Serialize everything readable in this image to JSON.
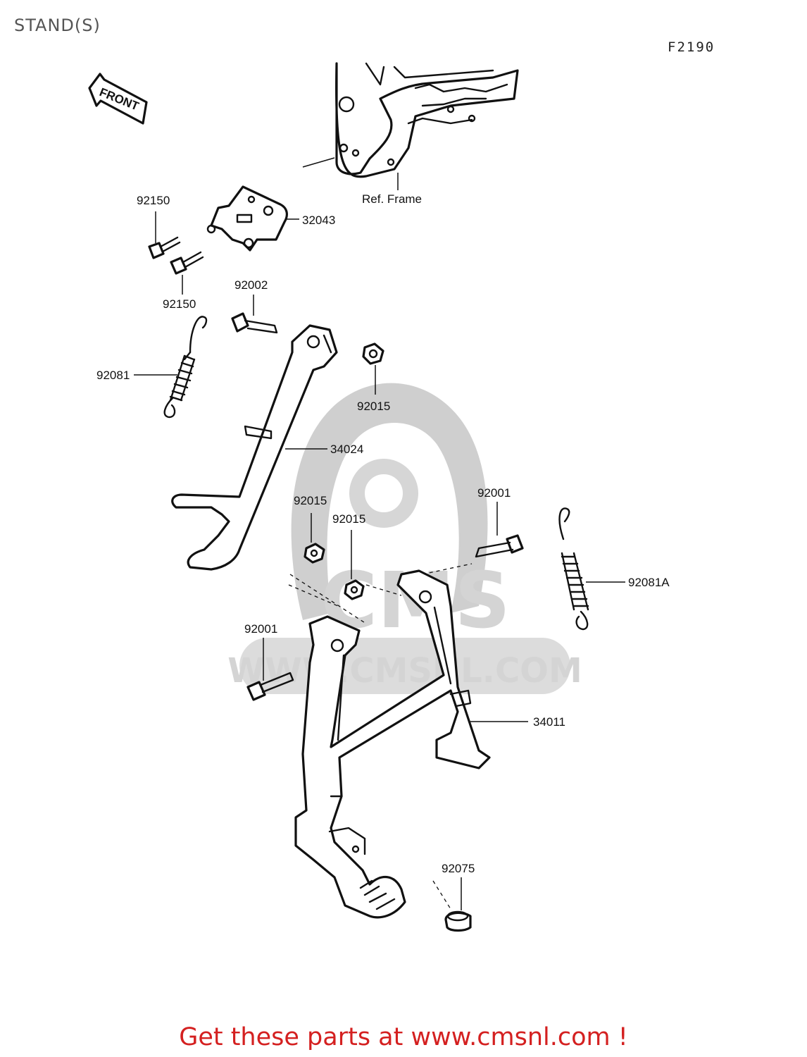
{
  "header": {
    "title": "STAND(S)",
    "drawing_code": "F2190"
  },
  "orientation": {
    "arrow_label": "FRONT"
  },
  "reference": {
    "frame_label": "Ref. Frame"
  },
  "watermark": {
    "domain": "WWW.CMSNL.COM",
    "logo": "CMS"
  },
  "parts": [
    {
      "id": "p-92150-a",
      "number": "92150"
    },
    {
      "id": "p-32043",
      "number": "32043"
    },
    {
      "id": "p-92150-b",
      "number": "92150"
    },
    {
      "id": "p-92002",
      "number": "92002"
    },
    {
      "id": "p-92081",
      "number": "92081"
    },
    {
      "id": "p-92015-a",
      "number": "92015"
    },
    {
      "id": "p-34024",
      "number": "34024"
    },
    {
      "id": "p-92015-b",
      "number": "92015"
    },
    {
      "id": "p-92015-c",
      "number": "92015"
    },
    {
      "id": "p-92001-a",
      "number": "92001"
    },
    {
      "id": "p-92081A",
      "number": "92081A"
    },
    {
      "id": "p-92001-b",
      "number": "92001"
    },
    {
      "id": "p-34011",
      "number": "34011"
    },
    {
      "id": "p-92075",
      "number": "92075"
    }
  ],
  "footer": {
    "promo": "Get these parts at www.cmsnl.com !"
  }
}
